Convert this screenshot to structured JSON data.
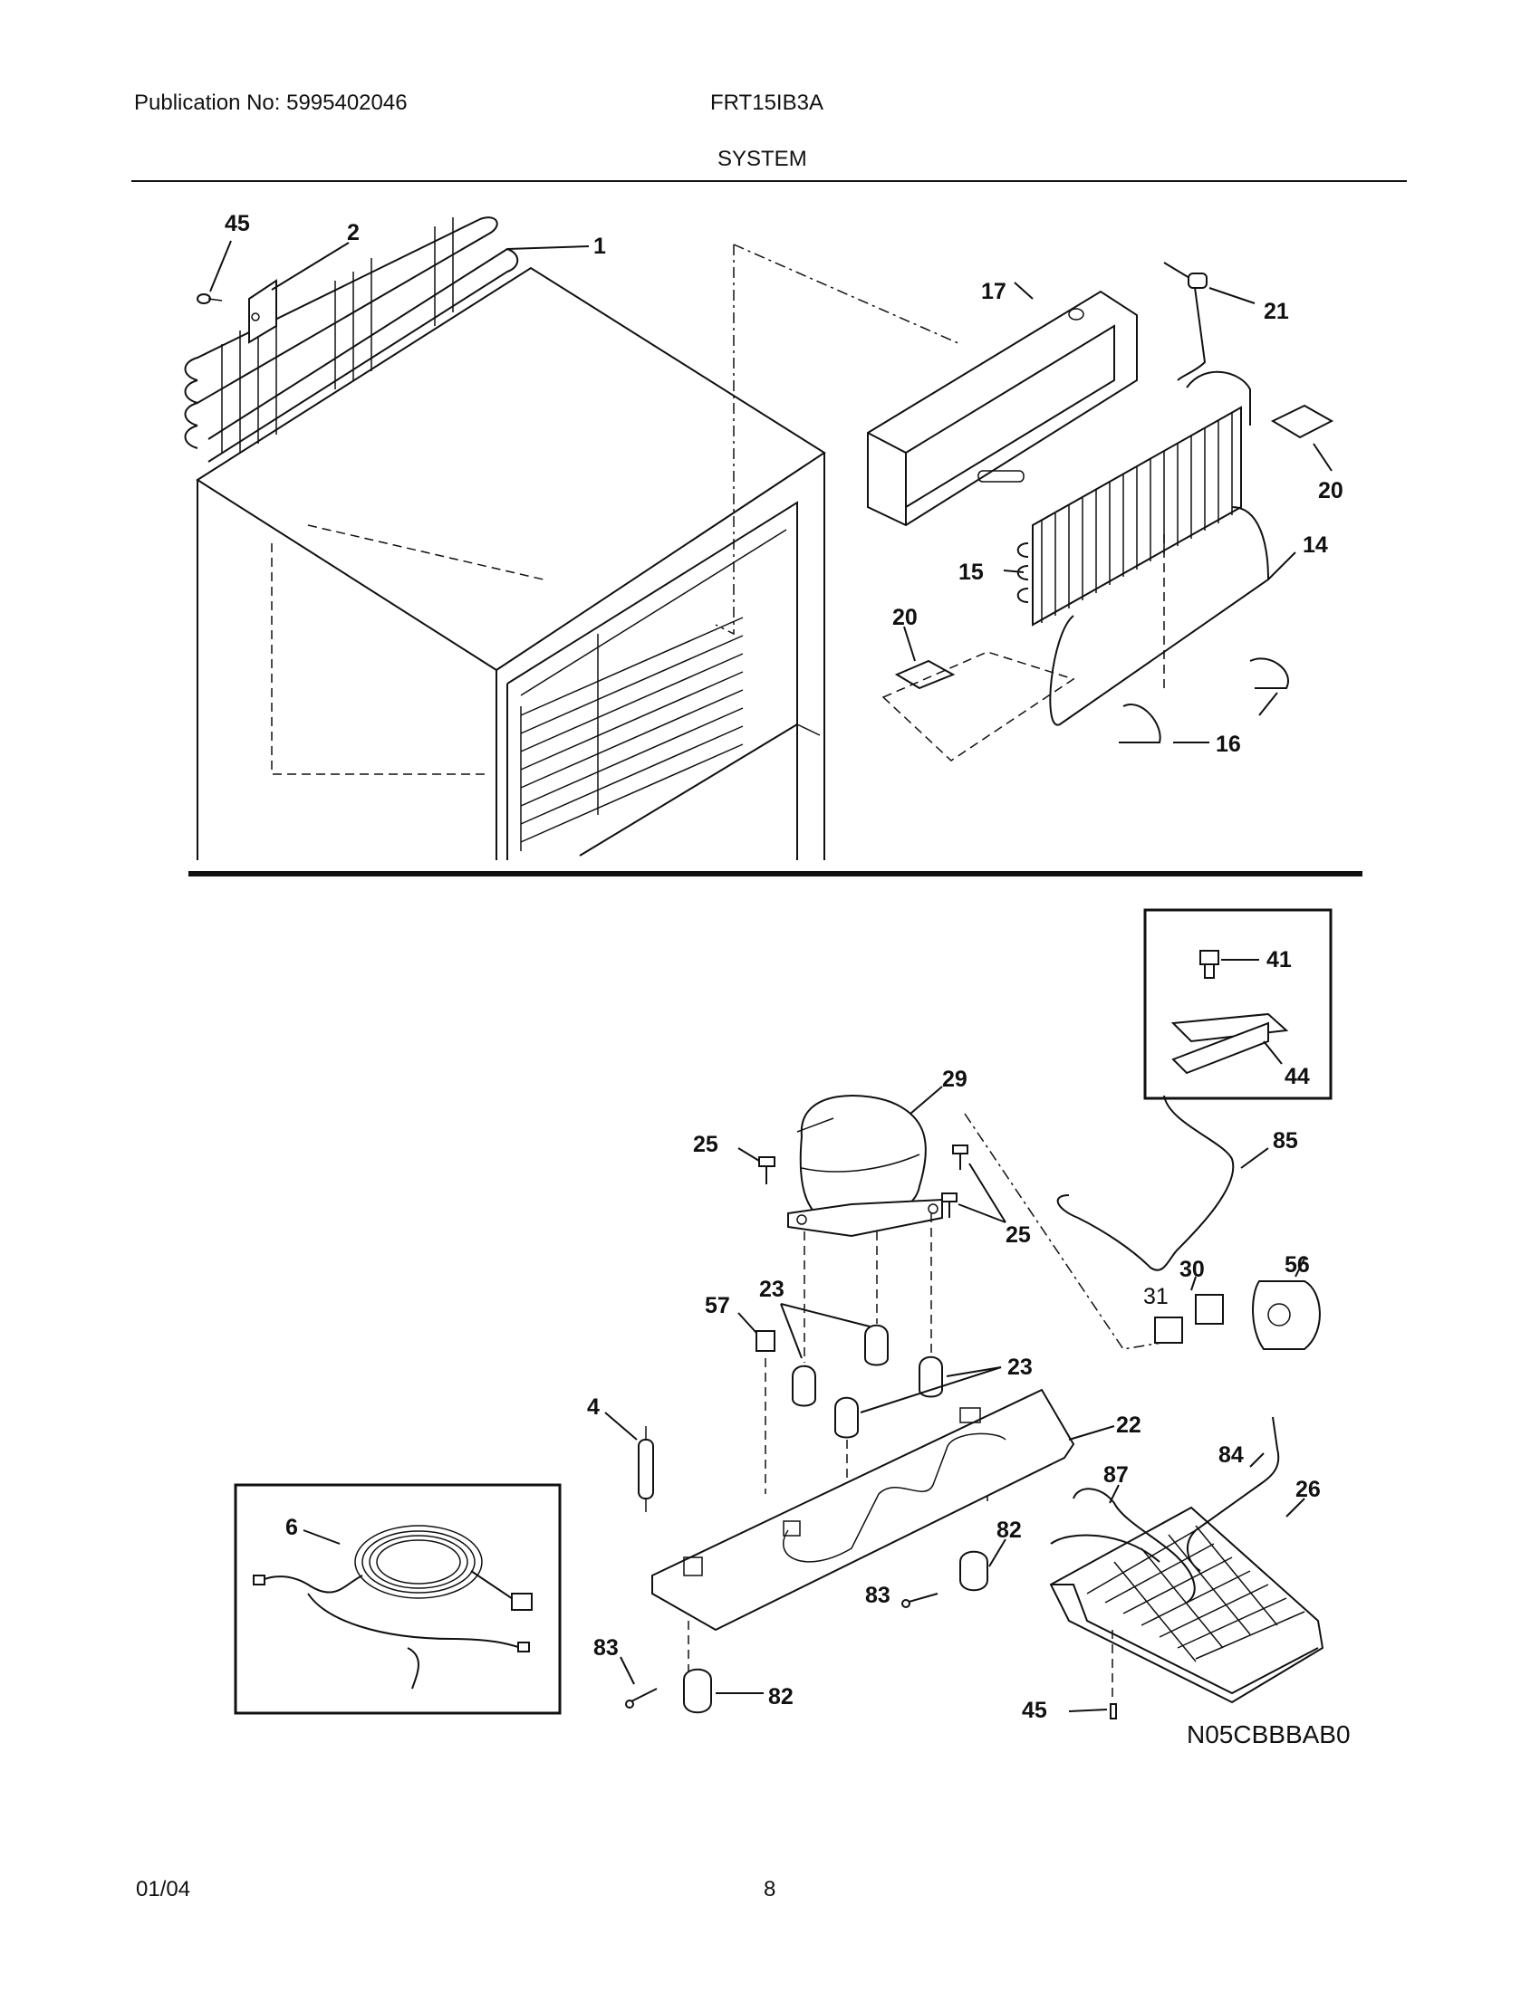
{
  "header": {
    "publication": "Publication No: 5995402046",
    "model": "FRT15IB3A",
    "section": "SYSTEM"
  },
  "footer": {
    "date": "01/04",
    "page": "8"
  },
  "diagram_code": "N05CBBBAB0",
  "callouts": {
    "c1": "1",
    "c2": "2",
    "c45a": "45",
    "c17": "17",
    "c21": "21",
    "c20a": "20",
    "c14": "14",
    "c15": "15",
    "c20b": "20",
    "c16": "16",
    "c41": "41",
    "c44": "44",
    "c29": "29",
    "c25a": "25",
    "c25b": "25",
    "c85": "85",
    "c30": "30",
    "c56": "56",
    "c31": "31",
    "c23a": "23",
    "c57": "57",
    "c23b": "23",
    "c4": "4",
    "c22": "22",
    "c84": "84",
    "c87": "87",
    "c26": "26",
    "c6": "6",
    "c82a": "82",
    "c83a": "83",
    "c83b": "83",
    "c82b": "82",
    "c45b": "45"
  }
}
